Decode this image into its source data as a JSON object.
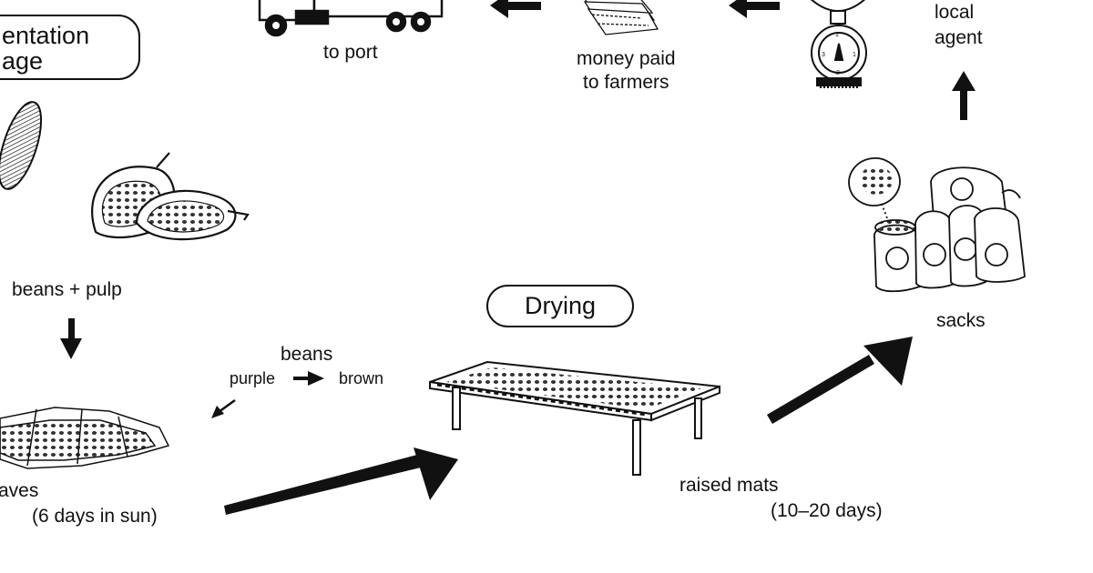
{
  "stages": {
    "fermentation_line1": "entation",
    "fermentation_line2": "age",
    "drying": "Drying"
  },
  "labels": {
    "to_port": "to port",
    "money_paid_1": "money paid",
    "money_paid_2": "to farmers",
    "local_agent_1": "local",
    "local_agent_2": "agent",
    "beans_pulp": "beans + pulp",
    "beans": "beans",
    "purple": "purple",
    "brown": "brown",
    "leaves_1": "aves",
    "leaves_2": "(6 days in sun)",
    "raised_mats_1": "raised mats",
    "raised_mats_2": "(10–20 days)",
    "sacks": "sacks"
  },
  "icons": [
    "truck-icon",
    "money-stack-icon",
    "weighing-scale-icon",
    "cocoa-pod-icon",
    "open-cocoa-pod-icon",
    "banana-leaves-icon",
    "drying-table-icon",
    "cocoa-sacks-icon"
  ],
  "colors": {
    "ink": "#111111",
    "background": "#ffffff"
  }
}
